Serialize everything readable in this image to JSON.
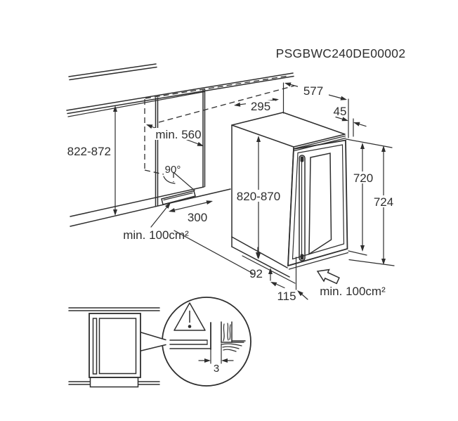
{
  "header": {
    "part_number": "PSGBWC240DE00002"
  },
  "dimensions": {
    "depth_total": "577",
    "setback_depth": "295",
    "door_thickness": "45",
    "niche_depth_min": "min. 560",
    "niche_height": "822-872",
    "door_swing_angle": "90°",
    "appliance_height": "820-870",
    "door_height": "720",
    "overall_height": "724",
    "vent_slot_depth": "300",
    "vent_area_niche": "min. 100cm²",
    "plinth_height": "92",
    "plinth_recess": "115",
    "vent_area_plinth": "min. 100cm²",
    "side_gap": "3"
  },
  "icons": {
    "warning": "warning-triangle-icon",
    "airflow": "airflow-arrow-icon"
  },
  "colors": {
    "line": "#2e2e2e",
    "background": "#ffffff"
  }
}
